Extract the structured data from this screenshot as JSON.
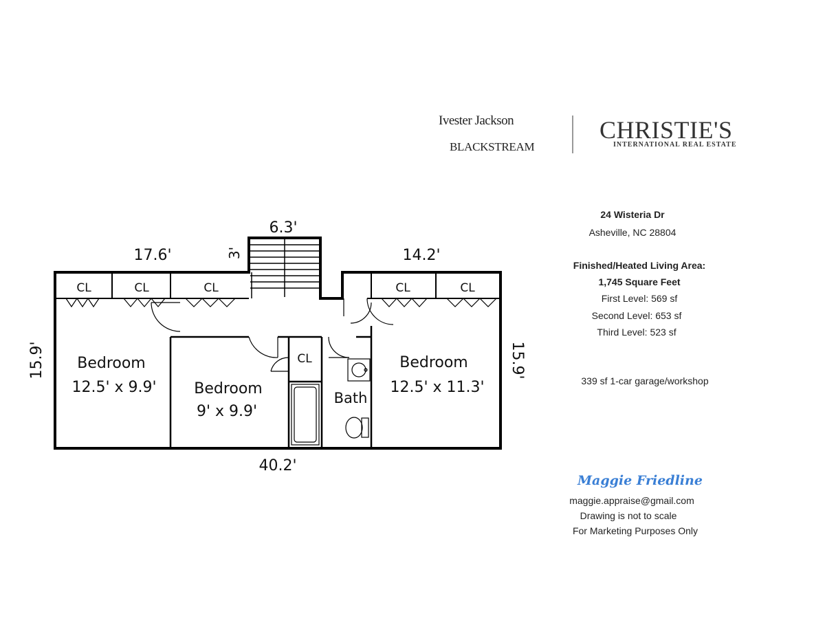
{
  "logos": {
    "ivester_jackson": "Ivester Jackson",
    "blackstream": "BLACKSTREAM",
    "christies": "CHRISTIE'S",
    "christies_sub": "INTERNATIONAL REAL ESTATE"
  },
  "property": {
    "street": "24 Wisteria Dr",
    "city": "Asheville, NC 28804",
    "area_title": "Finished/Heated Living Area:",
    "area_total": "1,745 Square Feet",
    "levels": [
      "First Level: 569 sf",
      "Second Level: 653 sf",
      "Third Level: 523 sf"
    ],
    "garage": "339 sf 1-car garage/workshop"
  },
  "contact": {
    "name": "Maggie Friedline",
    "email": "maggie.appraise@gmail.com",
    "note1": "Drawing is not to scale",
    "note2": "For Marketing Purposes Only"
  },
  "plan": {
    "dimensions": {
      "stair_width": "6.3'",
      "stair_depth": "3'",
      "top_left": "17.6'",
      "top_right": "14.2'",
      "left_side": "15.9'",
      "right_side": "15.9'",
      "bottom": "40.2'"
    },
    "rooms": {
      "bedroom_left_name": "Bedroom",
      "bedroom_left_size": "12.5' x 9.9'",
      "bedroom_mid_name": "Bedroom",
      "bedroom_mid_size": "9' x 9.9'",
      "bedroom_right_name": "Bedroom",
      "bedroom_right_size": "12.5' x 11.3'",
      "bath": "Bath",
      "closet": "CL"
    }
  },
  "colors": {
    "signature": "#3a7fd5",
    "wall": "#000000"
  }
}
